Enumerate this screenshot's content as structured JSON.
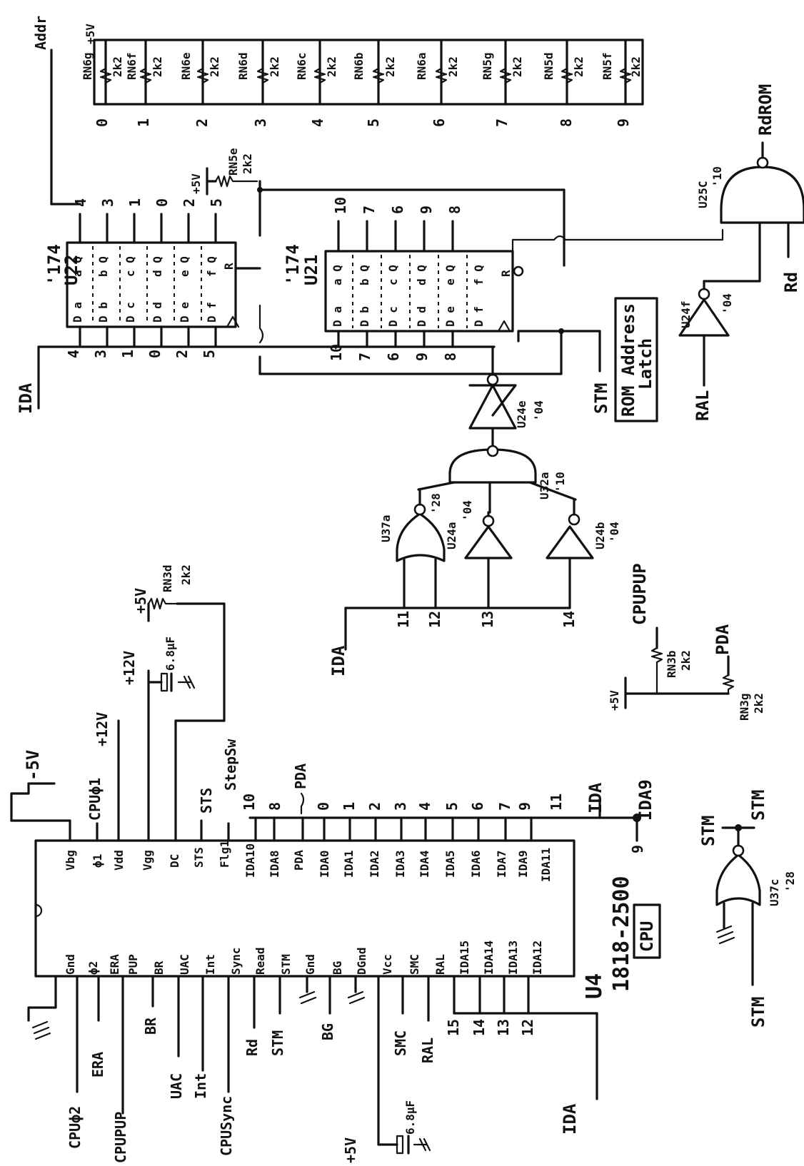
{
  "resistor_block": {
    "bus": "Addr",
    "supply": "+5V",
    "resistors": [
      {
        "name": "RN6g",
        "value": "2k2",
        "pin": "0"
      },
      {
        "name": "RN6f",
        "value": "2k2",
        "pin": "1"
      },
      {
        "name": "RN6e",
        "value": "2k2",
        "pin": "2"
      },
      {
        "name": "RN6d",
        "value": "2k2",
        "pin": "3"
      },
      {
        "name": "RN6c",
        "value": "2k2",
        "pin": "4"
      },
      {
        "name": "RN6b",
        "value": "2k2",
        "pin": "5"
      },
      {
        "name": "RN6a",
        "value": "2k2",
        "pin": "6"
      },
      {
        "name": "RN5g",
        "value": "2k2",
        "pin": "7"
      },
      {
        "name": "RN5d",
        "value": "2k2",
        "pin": "8"
      },
      {
        "name": "RN5f",
        "value": "2k2",
        "pin": "9"
      }
    ]
  },
  "reset_pullup": {
    "supply": "+5V",
    "name": "RN5e",
    "value": "2k2"
  },
  "u22": {
    "type": "'174",
    "ref": "U22",
    "d_pins": [
      "D a",
      "D b",
      "D c",
      "D d",
      "D e",
      "D f"
    ],
    "q_pins": [
      "a Q",
      "b Q",
      "c Q",
      "d Q",
      "e Q",
      "f Q"
    ],
    "in_labels": [
      "4",
      "3",
      "1",
      "0",
      "2",
      "5"
    ],
    "out_labels": [
      "4",
      "3",
      "1",
      "0",
      "2",
      "5"
    ],
    "reset": "R"
  },
  "u21": {
    "type": "'174",
    "ref": "U21",
    "d_pins": [
      "D a",
      "D b",
      "D c",
      "D d",
      "D e",
      "D f"
    ],
    "q_pins": [
      "a Q",
      "b Q",
      "c Q",
      "d Q",
      "e Q",
      "f Q"
    ],
    "in_labels": [
      "10",
      "7",
      "6",
      "9",
      "8"
    ],
    "out_labels": [
      "10",
      "7",
      "6",
      "9",
      "8"
    ],
    "reset": "R"
  },
  "left_bus": "IDA",
  "stm": "STM",
  "rom_box": {
    "line1": "ROM Address",
    "line2": "Latch"
  },
  "u25c": {
    "ref": "U25C",
    "type": "'10",
    "out": "RdROM",
    "in_rd": "Rd"
  },
  "u24f": {
    "ref": "U24f",
    "type": "'04",
    "in": "RAL"
  },
  "u24e": {
    "ref": "U24e",
    "type": "'04"
  },
  "u32a": {
    "ref": "U32a",
    "type": "'10"
  },
  "u37a": {
    "ref": "U37a",
    "type": "'28"
  },
  "u24a": {
    "ref": "U24a",
    "type": "'04"
  },
  "u24b": {
    "ref": "U24b",
    "type": "'04"
  },
  "decoder": {
    "bus": "IDA",
    "pins": [
      "11",
      "12",
      "13",
      "14"
    ]
  },
  "cpupup": {
    "supply": "+5V",
    "r1": "RN3b",
    "v1": "2k2",
    "o1": "CPUPUP",
    "r2": "RN3g",
    "v2": "2k2",
    "o2": "PDA"
  },
  "power": {
    "minus5": "-5V",
    "cpu_phi1": "CPUϕ1",
    "plus12": "+12V",
    "plus12b": "+12V",
    "cap": "6.8μF",
    "plus5": "+5V",
    "rn3d": "RN3d",
    "rn3d_v": "2k2",
    "stepsw": "StepSw",
    "sts": "STS",
    "pda": "PDA"
  },
  "cpu": {
    "ref": "U4",
    "part": "1818-2500",
    "tag": "CPU",
    "top_pins": [
      "Vbg",
      "ϕ1",
      "Vdd",
      "Vgg",
      "DC",
      "STS",
      "Flg1",
      "IDA10",
      "IDA8",
      "PDA",
      "IDA0",
      "IDA1",
      "IDA2",
      "IDA3",
      "IDA4",
      "IDA5",
      "IDA6",
      "IDA7",
      "IDA9",
      "IDA11"
    ],
    "top_nums": [
      "10",
      "8",
      "0",
      "1",
      "2",
      "3",
      "4",
      "5",
      "6",
      "7",
      "9",
      "11"
    ],
    "bottom_pins": [
      "Gnd",
      "ϕ2",
      "ERA",
      "PUP",
      "BR",
      "UAC",
      "Int",
      "Sync",
      "Read",
      "STM",
      "Gnd",
      "BG",
      "DGnd",
      "Vcc",
      "SMC",
      "RAL",
      "IDA15",
      "IDA14",
      "IDA13",
      "IDA12"
    ],
    "bottom_sigs": [
      "CPUϕ2",
      "ERA",
      "CPUPUP",
      "BR",
      "UAC",
      "Int",
      "CPUSync",
      "Rd",
      "STM",
      "BG",
      "SMC",
      "RAL"
    ],
    "bottom_nums": [
      "15",
      "14",
      "13",
      "12"
    ],
    "ida_right": "IDA",
    "ida9": "IDA9",
    "ida9_pin": "9",
    "ida_bottom": "IDA"
  },
  "u37c": {
    "ref": "U37c",
    "type": "'28",
    "stm": "STM",
    "stm_out": "STM",
    "stm_in": "STM"
  }
}
